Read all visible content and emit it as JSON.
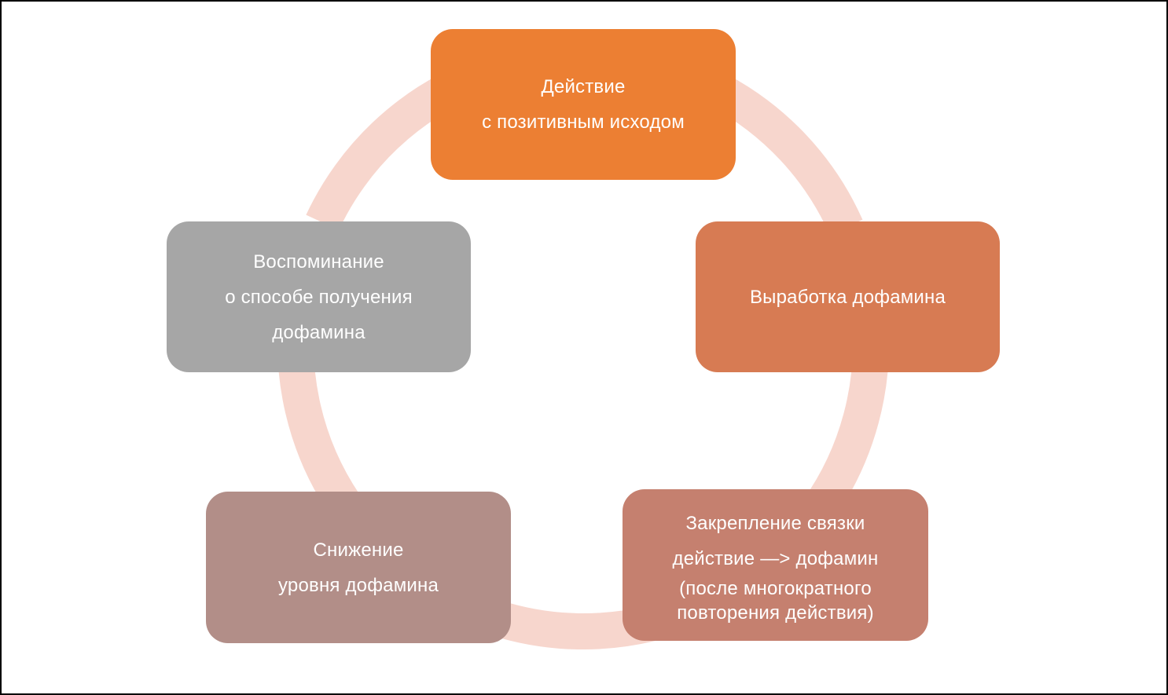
{
  "diagram": {
    "colors": {
      "ring": "#f7d6cd",
      "node_1": "#ec7f33",
      "node_2": "#d77b53",
      "node_3": "#c5806f",
      "node_4": "#b28e88",
      "node_5": "#a6a6a6",
      "border": "#000000"
    },
    "nodes": [
      {
        "lines": [
          "Действие",
          "с позитивным исходом"
        ]
      },
      {
        "lines": [
          "Выработка дофамина"
        ]
      },
      {
        "lines": [
          "Закрепление связки",
          "действие —> дофамин",
          "(после многократного",
          "повторения действия)"
        ]
      },
      {
        "lines": [
          "Снижение",
          "уровня дофамина"
        ]
      },
      {
        "lines": [
          "Воспоминание",
          "о способе получения",
          "дофамина"
        ]
      }
    ]
  }
}
